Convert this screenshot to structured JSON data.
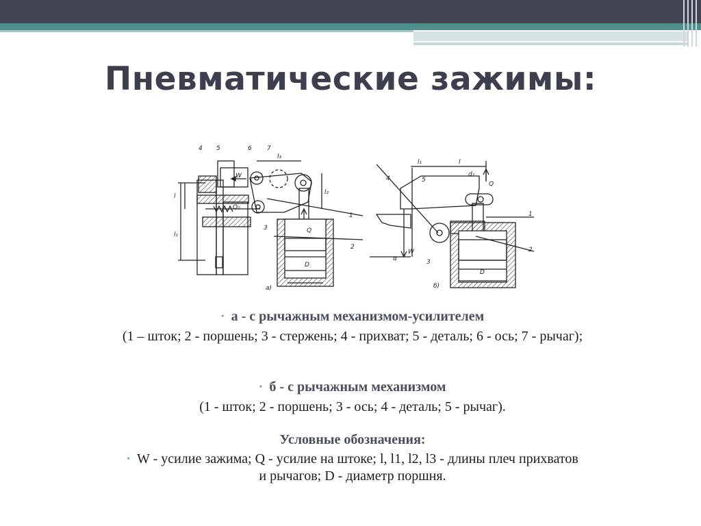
{
  "title": "Пневматические зажимы:",
  "figure": {
    "labels_a": [
      "4",
      "5",
      "6",
      "7",
      "W",
      "l₂",
      "l",
      "Q₀",
      "l₁",
      "3",
      "1",
      "Q",
      "2",
      "D",
      "а)",
      "l₃"
    ],
    "labels_b": [
      "l₁",
      "l",
      "4",
      "5",
      "d₁",
      "Q",
      "1",
      "α",
      "W",
      "3",
      "2",
      "D",
      "б)"
    ]
  },
  "items": [
    {
      "heading": "а - с рычажным механизмом-усилителем",
      "detail": "(1 – шток; 2 - поршень; 3 - стержень; 4 - прихват; 5 - деталь; 6 - ось; 7 - рычаг);"
    },
    {
      "heading": "б - с рычажным механизмом",
      "detail": "(1 - шток; 2 - поршень; 3 - ось; 4 - деталь; 5 - рычаг)."
    }
  ],
  "legend": {
    "heading": "Условные обозначения:",
    "text": "W - усилие зажима; Q - усилие на штоке; l, l1, l2, l3 - длины плеч прихватов и рычагов; D - диаметр поршня."
  }
}
